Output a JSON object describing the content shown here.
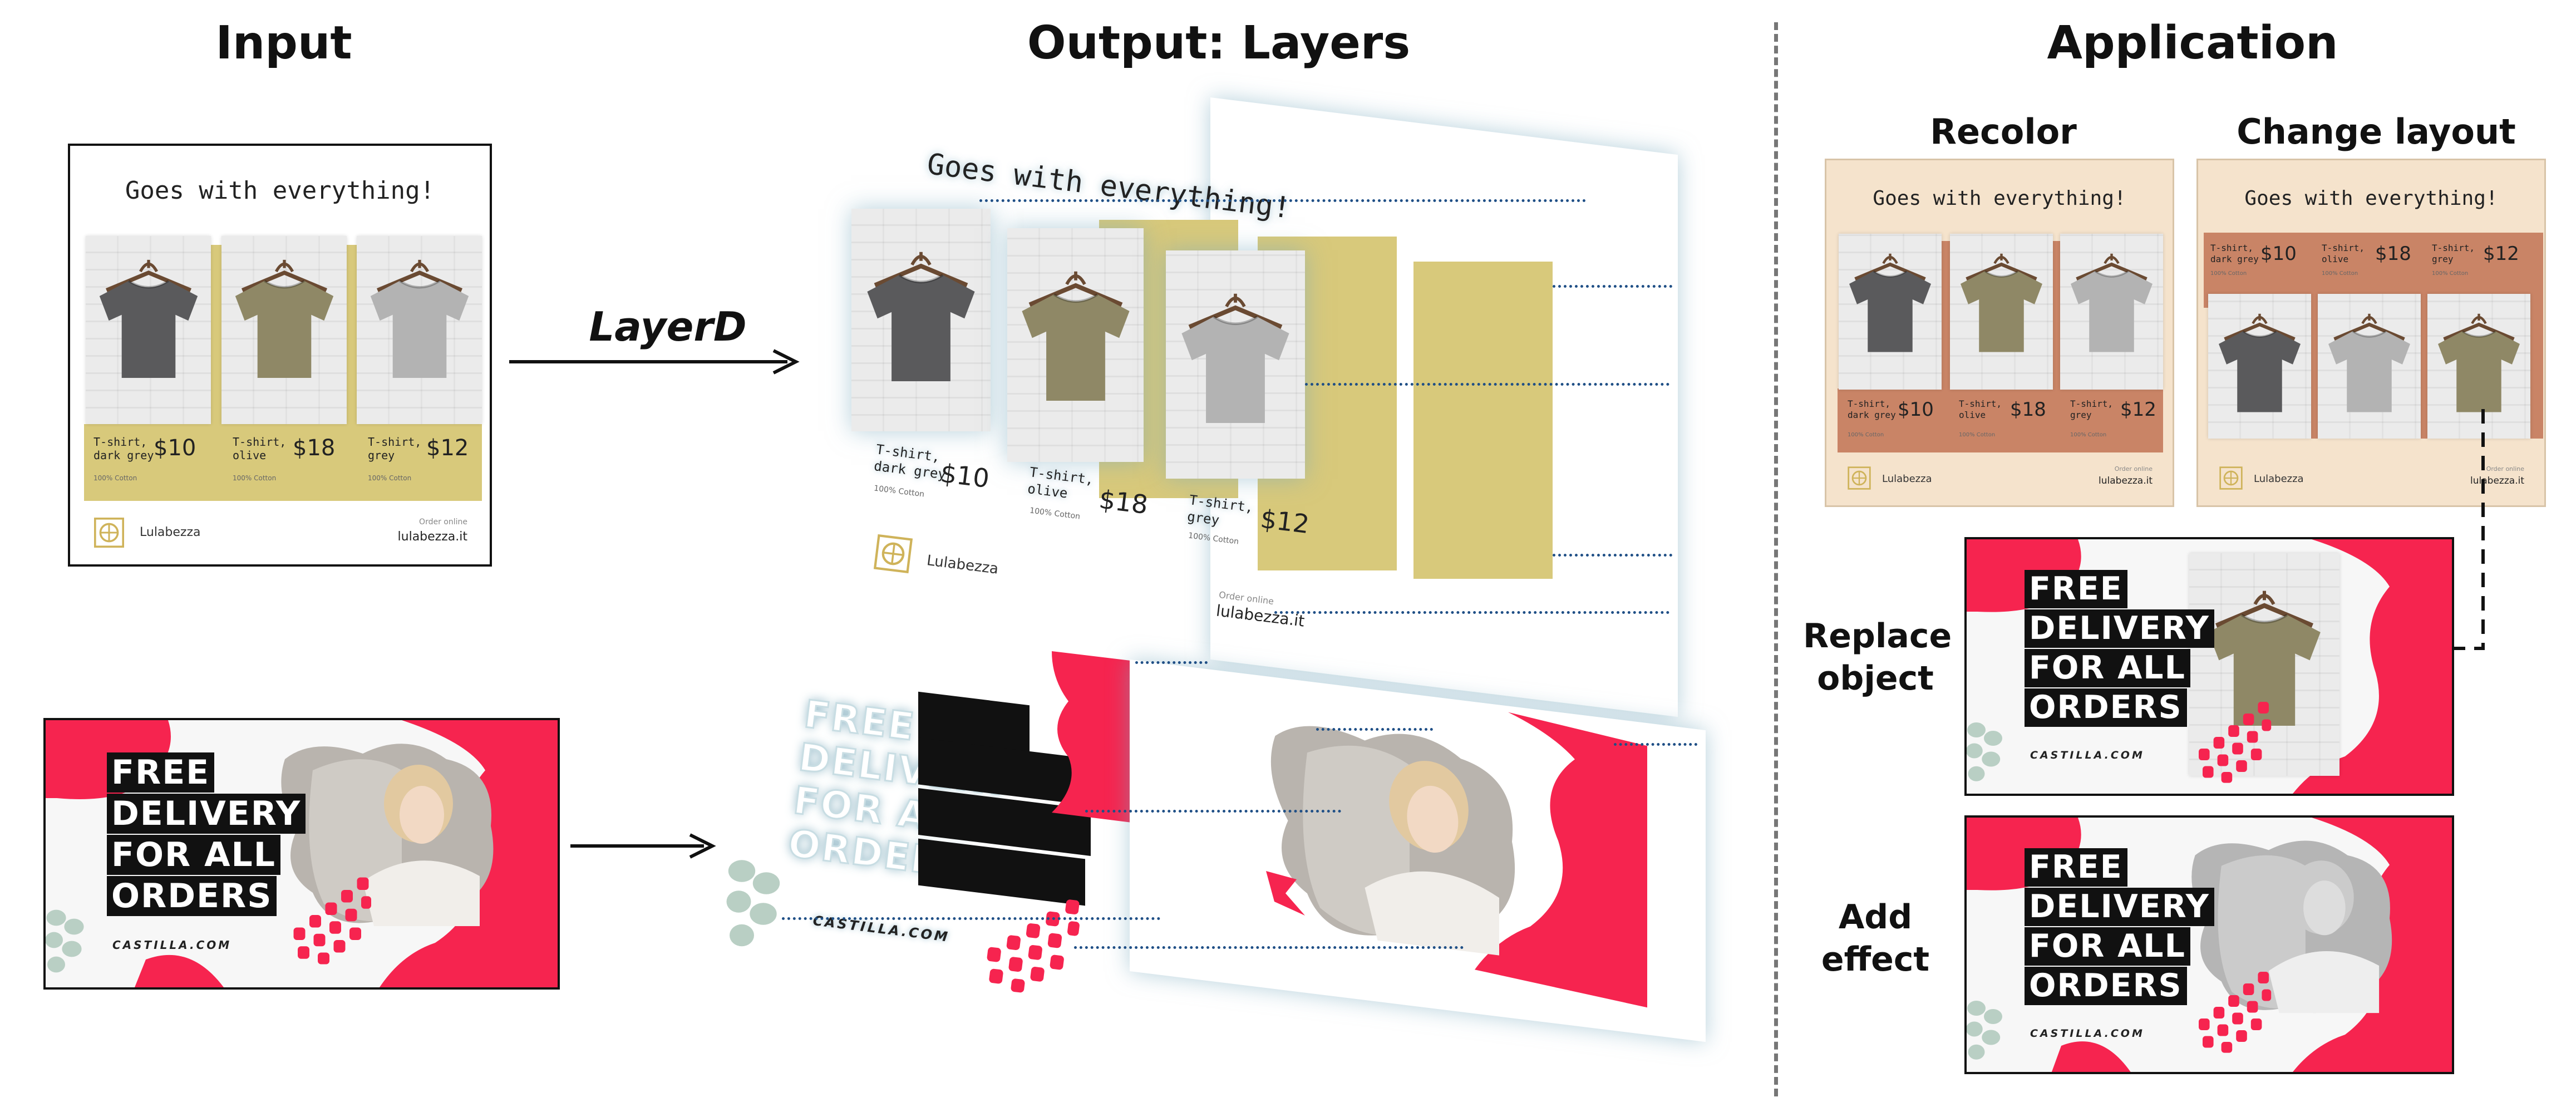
{
  "headings": {
    "input": "Input",
    "output": "Output: Layers",
    "application": "Application"
  },
  "arrow_label": "LayerD",
  "application": {
    "recolor": "Recolor",
    "change_layout": "Change layout",
    "replace_object": [
      "Replace",
      "object"
    ],
    "add_effect": [
      "Add",
      "effect"
    ]
  },
  "tshirt_ad": {
    "title": "Goes with everything!",
    "products": [
      {
        "name": "T-shirt,\ndark grey",
        "price": "$10",
        "note": "100% Cotton"
      },
      {
        "name": "T-shirt,\nolive",
        "price": "$18",
        "note": "100% Cotton"
      },
      {
        "name": "T-shirt,\ngrey",
        "price": "$12",
        "note": "100% Cotton"
      }
    ],
    "brand": "Lulabezza",
    "order_label": "Order online",
    "url": "lulabezza.it"
  },
  "banner_ad": {
    "lines": [
      "FREE",
      "DELIVERY",
      "FOR ALL",
      "ORDERS"
    ],
    "domain": "CASTILLA.COM"
  },
  "colors": {
    "mustard": "#d8c97b",
    "terracotta": "#c98466",
    "cream": "#f5e3cc",
    "pink": "#f6244f",
    "dark_shirt": "#5a5a5c",
    "olive_shirt": "#8f8866",
    "grey_shirt": "#b3b3b3",
    "dotted_line": "#1f4f86"
  }
}
